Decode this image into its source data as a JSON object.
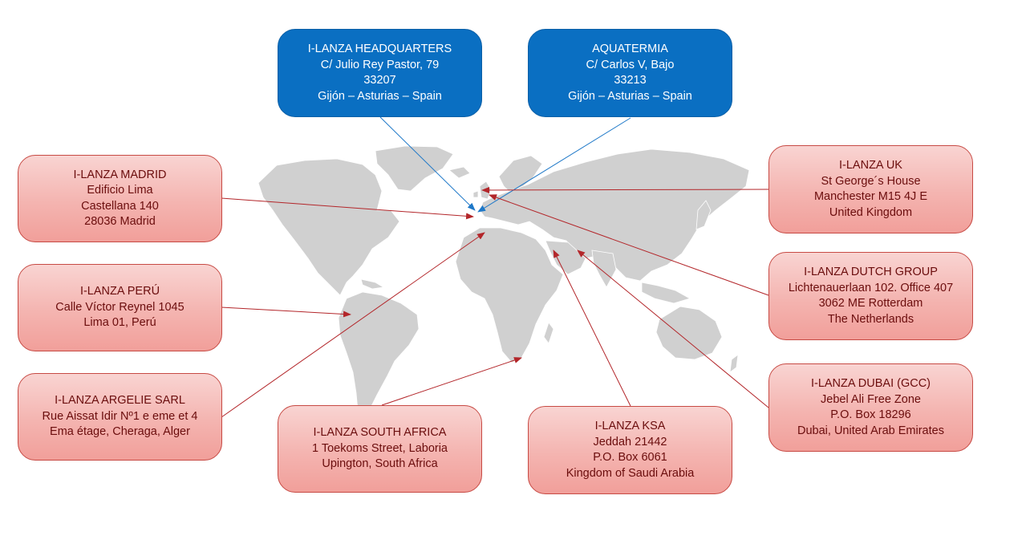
{
  "colors": {
    "hq_fill": "#0a6fc2",
    "office_fill_top": "#f9d4d2",
    "office_fill_bottom": "#f19f9a",
    "office_border": "#c74a44",
    "office_text": "#6b0d0d",
    "hq_line": "#1e78c8",
    "office_line": "#b3262a",
    "land": "#d0d0d0"
  },
  "offices": {
    "hq": [
      "I-LANZA HEADQUARTERS",
      "C/ Julio Rey Pastor, 79",
      "33207",
      "Gijón – Asturias – Spain"
    ],
    "aquatermia": [
      "AQUATERMIA",
      "C/ Carlos V, Bajo",
      "33213",
      "Gijón – Asturias – Spain"
    ],
    "madrid": [
      "I-LANZA MADRID",
      "Edificio Lima",
      "Castellana 140",
      "28036 Madrid"
    ],
    "peru": [
      "I-LANZA PERÚ",
      "Calle Víctor Reynel 1045",
      "Lima 01, Perú"
    ],
    "argelie": [
      "I-LANZA ARGELIE SARL",
      "Rue Aissat Idir Nº1 e eme et 4",
      "Ema étage, Cheraga, Alger"
    ],
    "south_africa": [
      "I-LANZA SOUTH AFRICA",
      "1 Toekoms Street, Laboria",
      "Upington, South Africa"
    ],
    "ksa": [
      "I-LANZA KSA",
      "Jeddah 21442",
      "P.O. Box 6061",
      "Kingdom of Saudi Arabia"
    ],
    "uk": [
      "I-LANZA UK",
      "St George´s House",
      "Manchester M15 4J E",
      "United Kingdom"
    ],
    "dutch": [
      "I-LANZA DUTCH GROUP",
      "Lichtenauerlaan 102.  Office 407",
      "3062 ME Rotterdam",
      "The Netherlands"
    ],
    "dubai": [
      "I-LANZA DUBAI (GCC)",
      "Jebel Ali Free Zone",
      "P.O. Box 18296",
      "Dubai, United Arab Emirates"
    ]
  }
}
